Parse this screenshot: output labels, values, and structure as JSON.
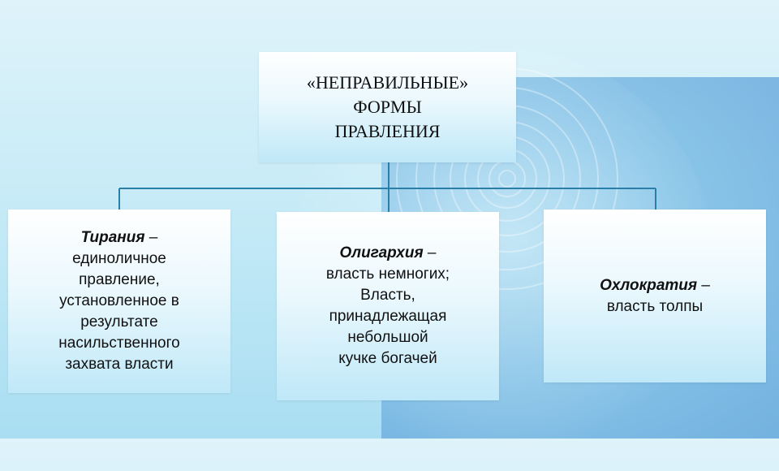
{
  "diagram": {
    "title_lines": [
      "«НЕПРАВИЛЬНЫЕ»",
      "ФОРМЫ",
      "ПРАВЛЕНИЯ"
    ],
    "cards": [
      {
        "term": "Тирания",
        "dash": " –",
        "lines": [
          "единоличное",
          "правление,",
          "установленное в",
          "результате",
          "насильственного",
          "захвата власти"
        ]
      },
      {
        "term": "Олигархия",
        "dash": " –",
        "lines": [
          "власть немногих;",
          "Власть,",
          "принадлежащая",
          "небольшой",
          "кучке богачей"
        ]
      },
      {
        "term": "Охлократия",
        "dash": " –",
        "lines": [
          "власть толпы"
        ]
      }
    ],
    "colors": {
      "connector": "#2a7fa8",
      "background": "#c7ebf7",
      "box_gradient_bottom": "#bfe8f8"
    }
  }
}
